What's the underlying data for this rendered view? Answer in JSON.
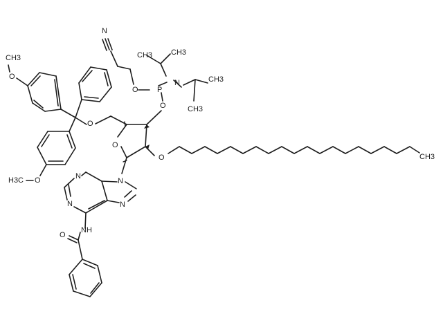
{
  "atom_labels": {
    "nitrile_n": "N",
    "ch3_a": "CH3",
    "ch3_b": "CH3",
    "ch3_c": "CH3",
    "ch3_d": "CH3",
    "ch3_tail": "CH3",
    "n_amine": "N",
    "p": "P",
    "o_cyanoethyl": "O",
    "o_phosphite": "O",
    "o_methoxy_top": "O",
    "ch3_methoxy_top": "CH3",
    "o_dmt_ether": "O",
    "o_ring": "O",
    "o_alkyl": "O",
    "o_methoxy_bottom": "O",
    "h3c_methoxy_bottom": "H3C",
    "n9": "N",
    "n1": "N",
    "n3": "N",
    "n7": "N",
    "nh_amide": "NH",
    "o_carbonyl": "O"
  }
}
